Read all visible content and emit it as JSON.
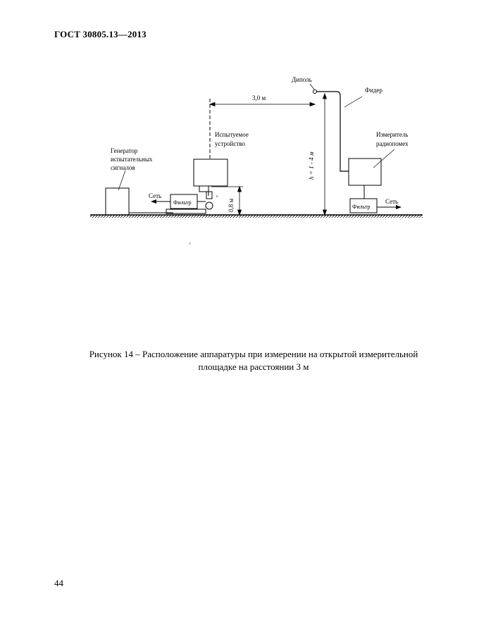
{
  "header": {
    "title": "ГОСТ  30805.13—2013"
  },
  "diagram": {
    "labels": {
      "dipole": "Диполь",
      "feeder": "Фидер",
      "distance": "3,0 м",
      "eut_line1": "Испытуемое",
      "eut_line2": "устройство",
      "meter_line1": "Измеритель",
      "meter_line2": "радиопомех",
      "generator_line1": "Генератор",
      "generator_line2": "испытательных",
      "generator_line3": "сигналов",
      "height": "h = 1 - 4 м",
      "table_height": "0,8 м",
      "mains_left": "Сеть",
      "mains_right": "Сеть",
      "filter_left": "Фильтр",
      "filter_right": "Фильтр"
    }
  },
  "caption": {
    "line1": "Рисунок 14 – Расположение аппаратуры при измерении на открытой измерительной",
    "line2": "площадке на расстоянии 3 м"
  },
  "page_number": "44"
}
